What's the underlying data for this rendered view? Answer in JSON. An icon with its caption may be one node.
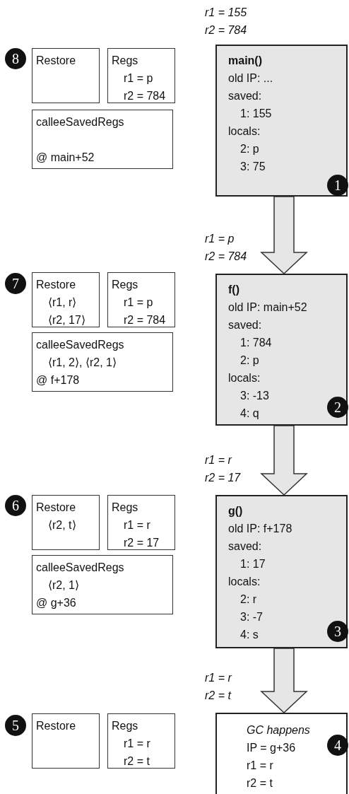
{
  "diagram": {
    "nodes": [
      {
        "text": [
          "main()",
          "old IP: ...",
          "saved:",
          "1: 155",
          "locals:",
          "2: p",
          "3: 75"
        ],
        "beside": [
          "r1 = 155",
          "r2 = 784"
        ]
      },
      {
        "text": [
          "f()",
          "old IP: main+52",
          "saved:",
          "1: 784",
          "2: p",
          "locals:",
          "3: -13",
          "4: q"
        ]
      },
      {
        "text": [
          "g()",
          "old IP: f+178",
          "saved:",
          "1: 17",
          "locals:",
          "2: r",
          "3: -7",
          "4: s"
        ]
      },
      {
        "text": [
          "GC happens",
          "IP = g+36",
          "r1 = r",
          "r2 = t"
        ]
      },
      {
        "text": [
          "Restore"
        ]
      },
      {
        "text": [
          "Regs",
          "r1 = p",
          "r2 = 784"
        ]
      },
      {
        "text": [
          "calleeSavedRegs",
          "@ main+52"
        ]
      },
      {
        "text": [
          "Restore",
          "⟨r1, r⟩",
          "⟨r2, 17⟩"
        ]
      },
      {
        "text": [
          "Regs",
          "r1 = p",
          "r2 = 784"
        ]
      },
      {
        "text": [
          "calleeSavedRegs",
          "⟨r1, 2⟩, ⟨r2, 1⟩",
          "@ f+178"
        ]
      },
      {
        "text": [
          "Restore",
          "⟨r2, t⟩"
        ]
      },
      {
        "text": [
          "Regs",
          "r1 = r",
          "r2 = 17"
        ]
      },
      {
        "text": [
          "calleeSavedRegs",
          "⟨r2, 1⟩",
          "@ g+36"
        ]
      },
      {
        "text": [
          "Restore"
        ]
      },
      {
        "text": [
          "Regs",
          "r1 = r",
          "r2 = t"
        ]
      }
    ],
    "edges": [
      {
        "from": 0,
        "to": 1,
        "arrow": "to",
        "label": "r1 = p r2 = 784"
      },
      {
        "from": 1,
        "to": 2,
        "arrow": "to",
        "label": "r1 = r r2 = 17"
      },
      {
        "from": 2,
        "to": 3,
        "arrow": "to",
        "label": "r1 = r r2 = t"
      }
    ],
    "labels": [
      "8",
      "1",
      "7",
      "2",
      "6",
      "3",
      "5",
      "4"
    ]
  }
}
